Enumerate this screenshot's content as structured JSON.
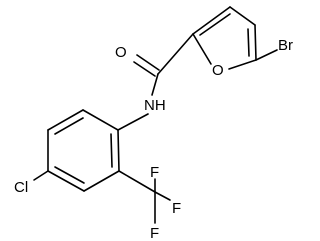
{
  "molecule": {
    "atoms": {
      "bromine": "Br",
      "furan_oxygen": "O",
      "carbonyl_oxygen": "O",
      "amide_nitrogen": "NH",
      "chlorine": "Cl",
      "fluorine_top": "F",
      "fluorine_right": "F",
      "fluorine_bottom": "F"
    }
  },
  "colors": {
    "ink": "#000000",
    "background": "#ffffff"
  }
}
